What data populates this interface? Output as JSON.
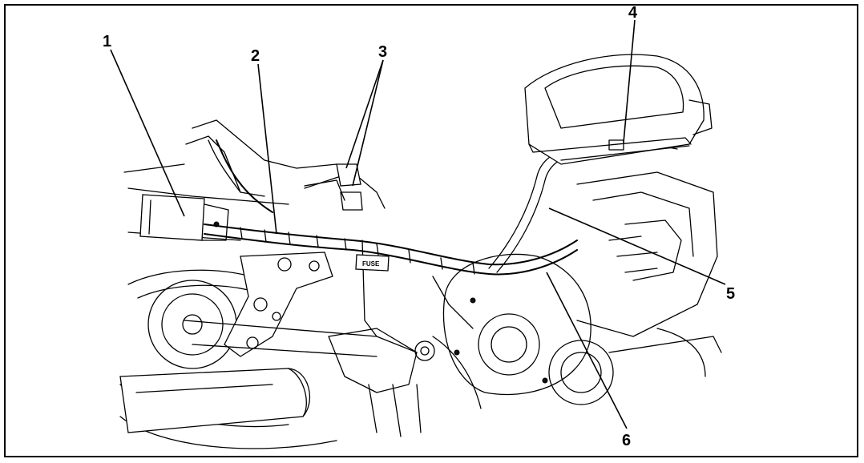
{
  "diagram": {
    "callouts": [
      {
        "id": "1",
        "label": "1"
      },
      {
        "id": "2",
        "label": "2"
      },
      {
        "id": "3",
        "label": "3"
      },
      {
        "id": "4",
        "label": "4"
      },
      {
        "id": "5",
        "label": "5"
      },
      {
        "id": "6",
        "label": "6"
      }
    ],
    "fuse_tag": "FUSE"
  },
  "colors": {
    "ink": "#000000",
    "paper": "#ffffff"
  }
}
